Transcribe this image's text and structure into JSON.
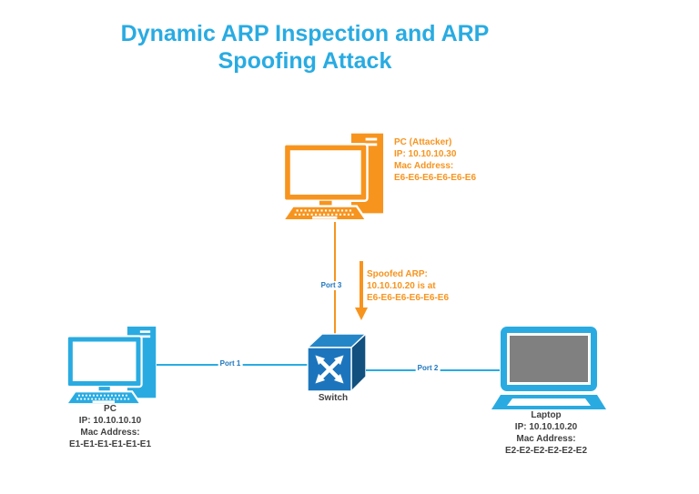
{
  "title": "Dynamic ARP Inspection and ARP Spoofing Attack",
  "colors": {
    "device_blue": "#29ABE2",
    "switch_blue": "#1C75BC",
    "switch_top": "#2586C7",
    "switch_side": "#11507F",
    "orange": "#F7941E",
    "screen_gray": "#808080",
    "text_dark": "#404040"
  },
  "nodes": {
    "attacker": {
      "label": "PC (Attacker)",
      "ip": "IP: 10.10.10.30",
      "mac_title": "Mac Address:",
      "mac": "E6-E6-E6-E6-E6-E6"
    },
    "pc": {
      "label": "PC",
      "ip": "IP: 10.10.10.10",
      "mac_title": "Mac Address:",
      "mac": "E1-E1-E1-E1-E1-E1"
    },
    "laptop": {
      "label": "Laptop",
      "ip": "IP: 10.10.10.20",
      "mac_title": "Mac Address:",
      "mac": "E2-E2-E2-E2-E2-E2"
    },
    "switch_node": {
      "label": "Switch"
    }
  },
  "ports": {
    "port1": "Port 1",
    "port2": "Port 2",
    "port3": "Port 3"
  },
  "annotation": {
    "title": "Spoofed ARP:",
    "line2": "10.10.10.20 is at",
    "line3": "E6-E6-E6-E6-E6-E6"
  }
}
